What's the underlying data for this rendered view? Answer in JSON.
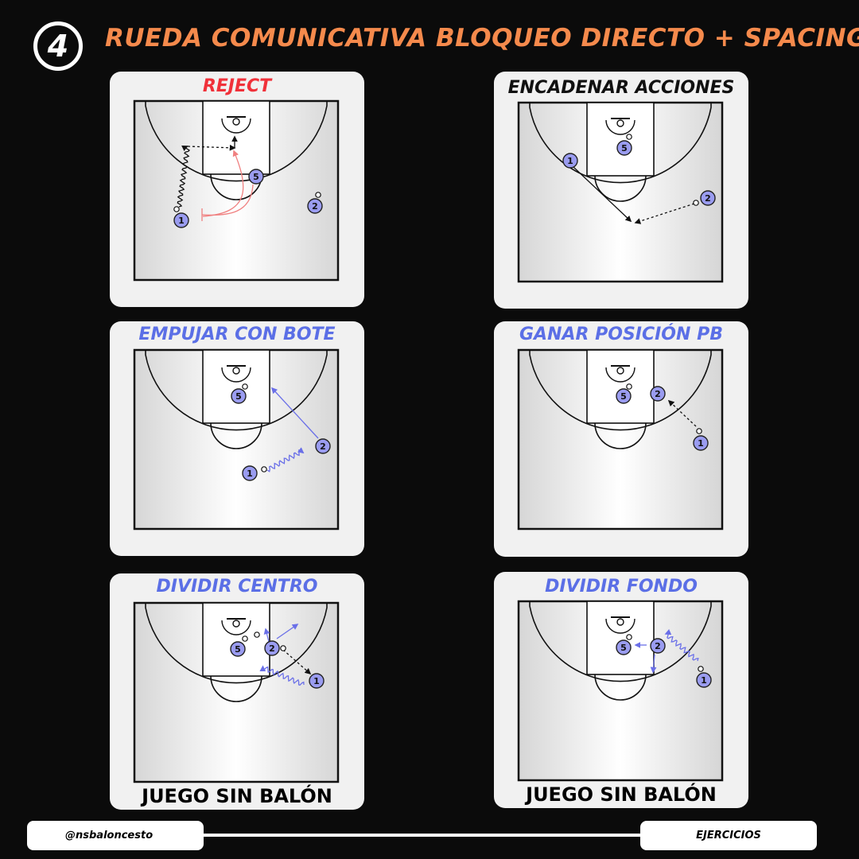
{
  "header": {
    "badge": "4",
    "title": "RUEDA COMUNICATIVA BLOQUEO DIRECTO + SPACING"
  },
  "cards": [
    {
      "label": "REJECT",
      "label_color": "#f0313a",
      "bottom": ""
    },
    {
      "label": "ENCADENAR  ACCIONES",
      "label_color": "#111111",
      "bottom": ""
    },
    {
      "label": "EMPUJAR CON BOTE",
      "label_color": "#5b6fe6",
      "bottom": ""
    },
    {
      "label": "GANAR POSICIÓN PB",
      "label_color": "#5b6fe6",
      "bottom": ""
    },
    {
      "label": "DIVIDIR CENTRO",
      "label_color": "#5b6fe6",
      "bottom": "JUEGO SIN BALÓN"
    },
    {
      "label": "DIVIDIR FONDO",
      "label_color": "#5b6fe6",
      "bottom": "JUEGO SIN BALÓN"
    }
  ],
  "footer": {
    "handle": "@nsbaloncesto",
    "section": "EJERCICIOS"
  },
  "colors": {
    "accent": "#f58a4c",
    "player_fill": "#9a9cf0",
    "blue_path": "#6a6fe8",
    "red_path": "#f08080"
  }
}
